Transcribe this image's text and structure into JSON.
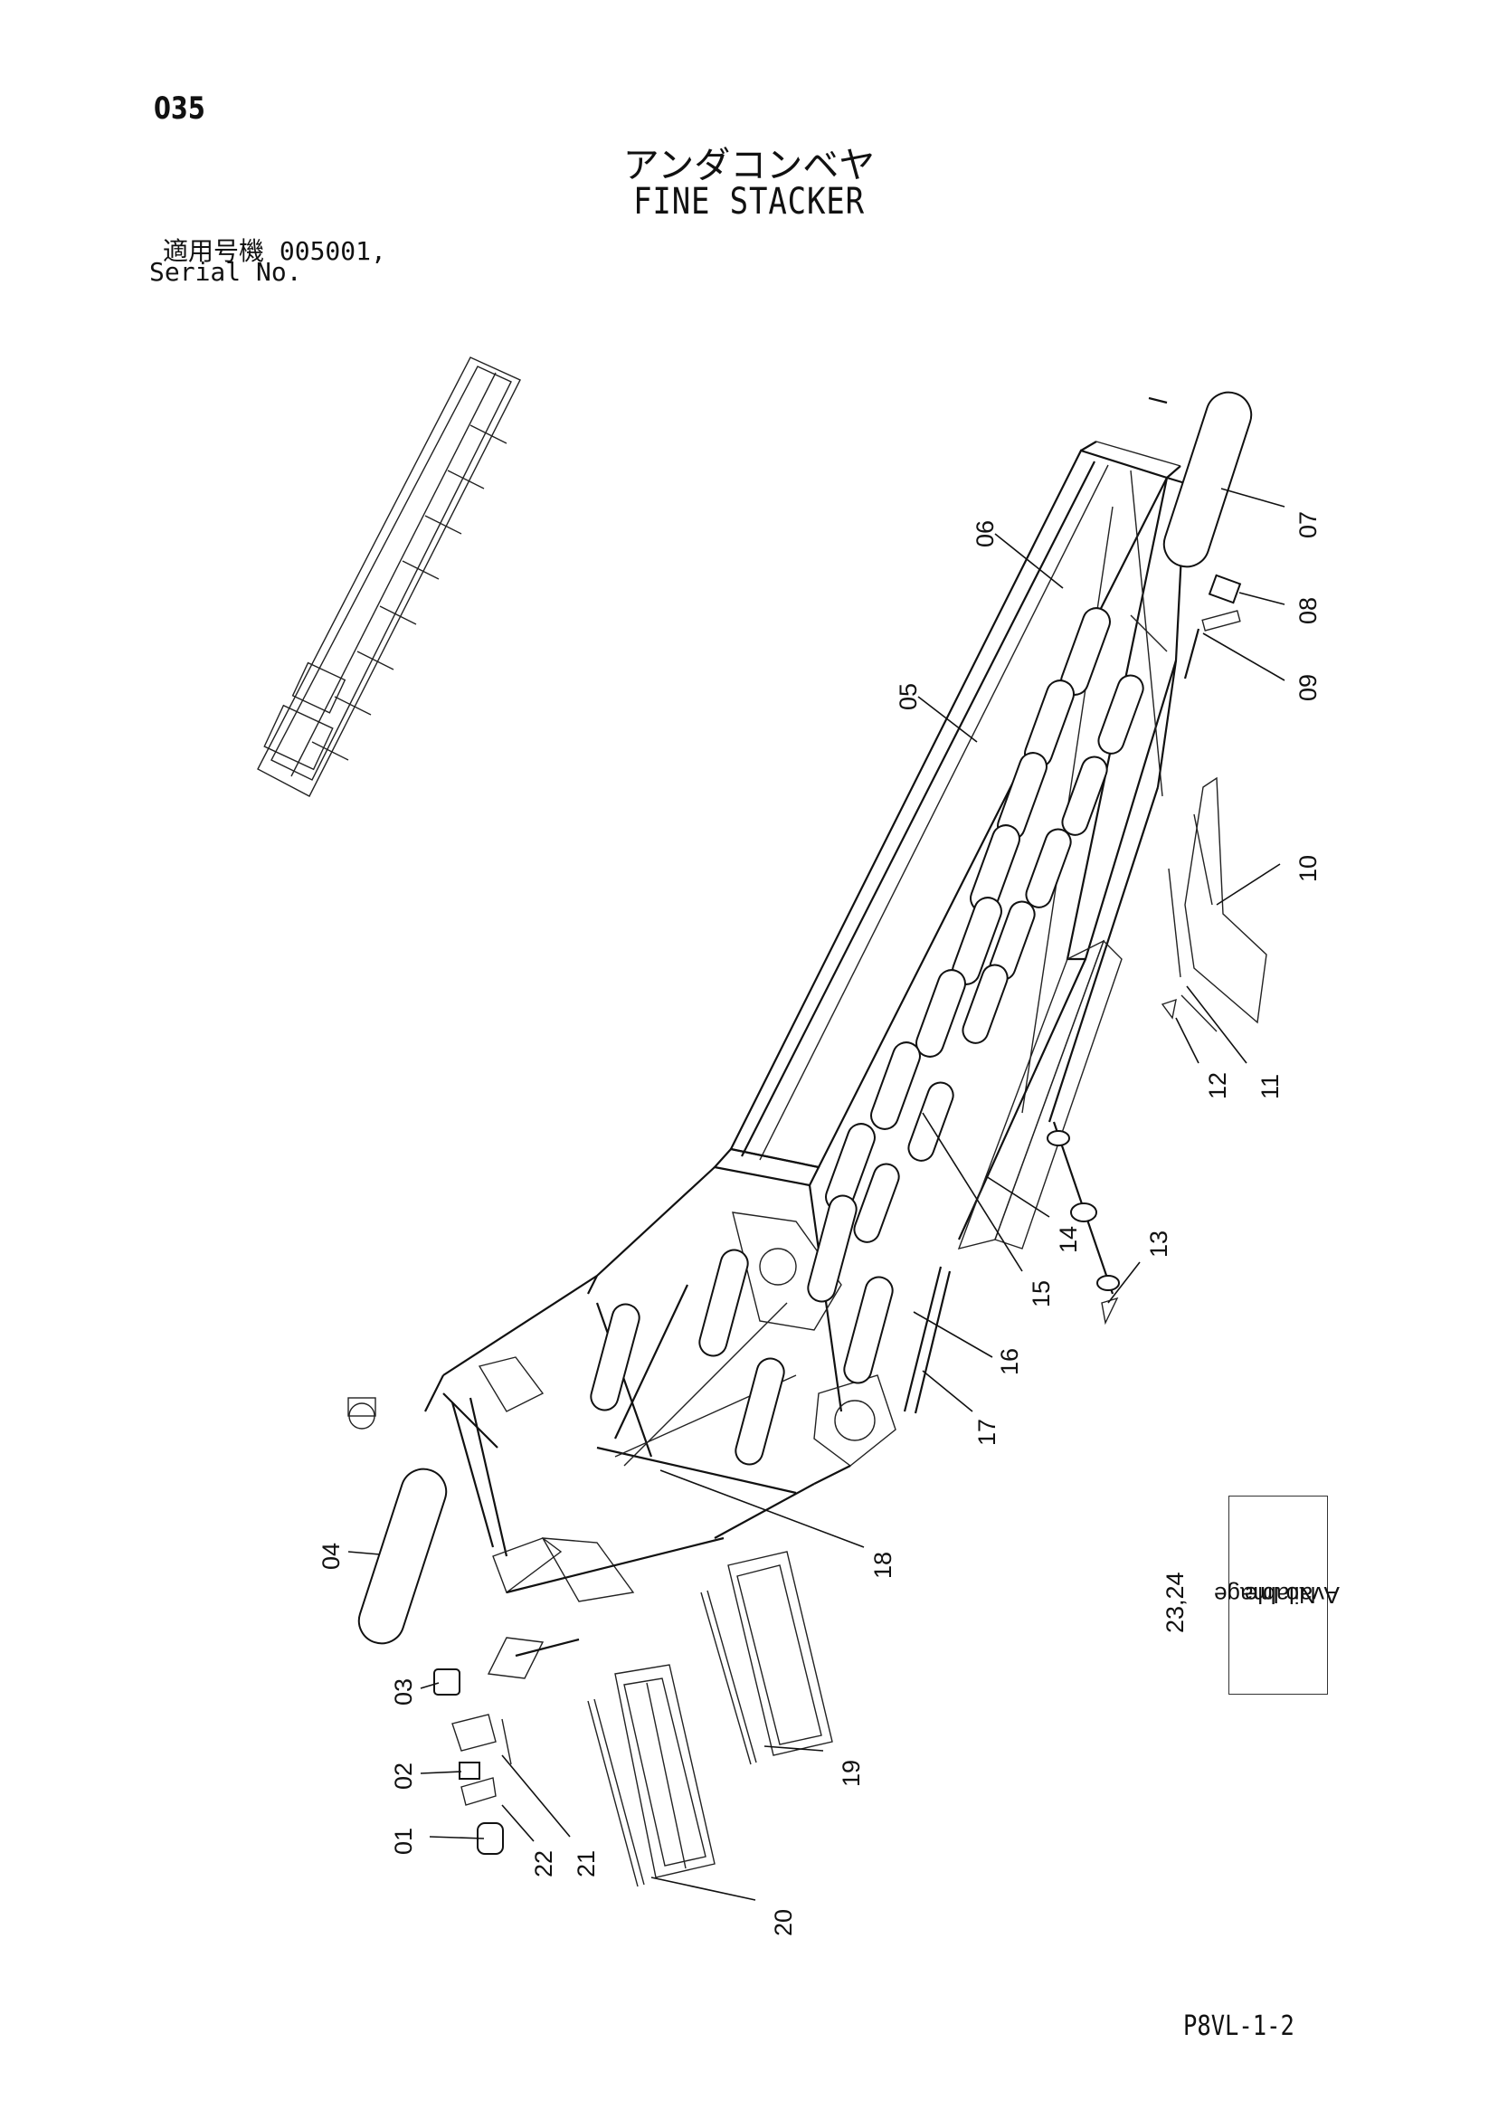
{
  "header": {
    "page_number": "035",
    "title_jp": "アンダコンベヤ",
    "title_en": "FINE STACKER",
    "serial_label_jp": "適用号機  005001,",
    "serial_label_en": "Serial No."
  },
  "callouts": [
    "01",
    "02",
    "03",
    "04",
    "05",
    "06",
    "07",
    "08",
    "09",
    "10",
    "11",
    "12",
    "13",
    "14",
    "15",
    "16",
    "17",
    "18",
    "19",
    "20",
    "21",
    "22"
  ],
  "callout_group": "23,24",
  "no_image": {
    "line1": "No Image",
    "line2": "Available"
  },
  "footer": {
    "page_code": "P8VL-1-2"
  }
}
